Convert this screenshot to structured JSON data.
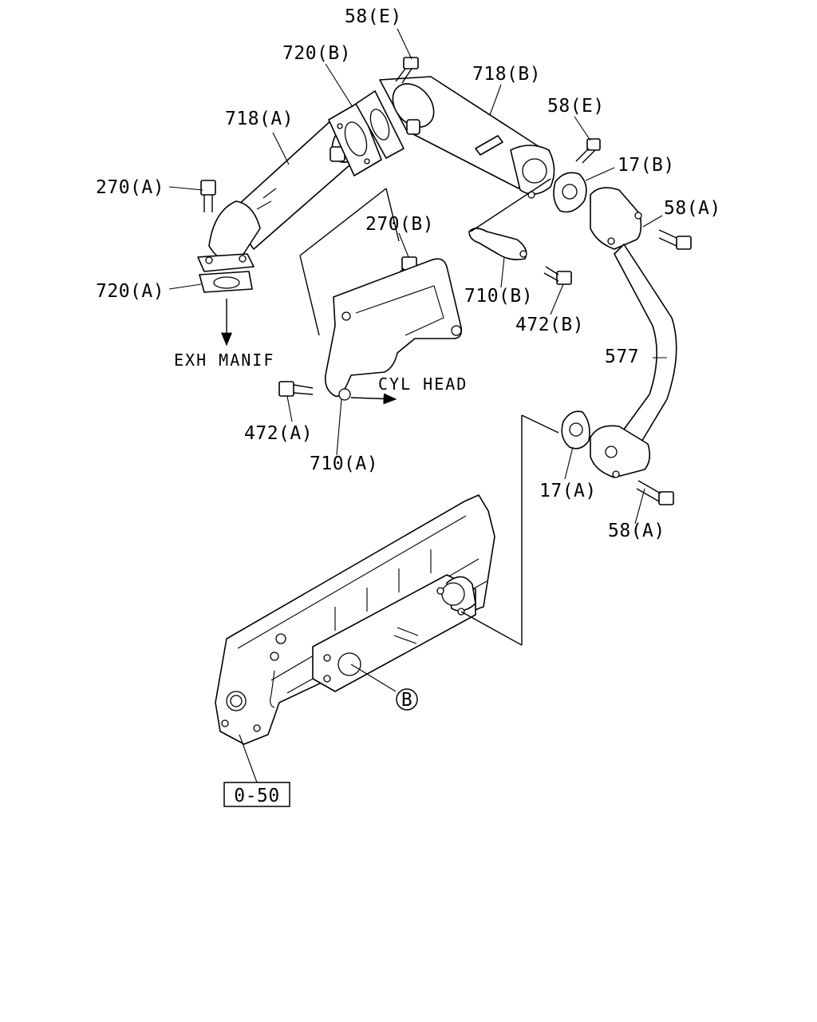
{
  "diagram": {
    "labels": {
      "bolt_58e_top": "58(E)",
      "gasket_720b": "720(B)",
      "pipe_718b": "718(B)",
      "bolt_58e_right": "58(E)",
      "pipe_718a": "718(A)",
      "gasket_17b": "17(B)",
      "bolt_270a": "270(A)",
      "bolt_58a_top": "58(A)",
      "bolt_270b": "270(B)",
      "gasket_720a": "720(A)",
      "bracket_710b": "710(B)",
      "bolt_472b": "472(B)",
      "tube_577": "577",
      "bolt_472a": "472(A)",
      "bracket_710a": "710(A)",
      "gasket_17a": "17(A)",
      "bolt_58a_bottom": "58(A)",
      "callout_b": "B",
      "ref_box": "0-50"
    },
    "notes": {
      "exh_manif": "EXH MANIF",
      "cyl_head": "CYL HEAD"
    }
  }
}
